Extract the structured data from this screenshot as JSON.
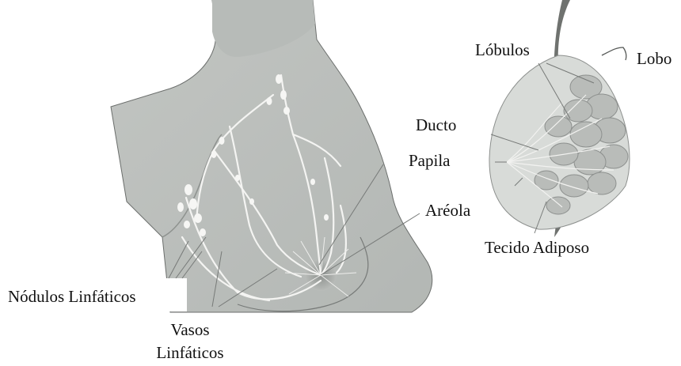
{
  "labels": {
    "lobulos": "Lóbulos",
    "lobo": "Lobo",
    "ducto": "Ducto",
    "papila": "Papila",
    "areola": "Aréola",
    "tecido_adiposo": "Tecido Adiposo",
    "nodulos_linfaticos": "Nódulos Linfáticos",
    "vasos_line1": "Vasos",
    "vasos_line2": "Linfáticos"
  },
  "colors": {
    "skin": "#c9ccc9",
    "skin_dark": "#a9adaa",
    "lymph": "#f4f4f2",
    "outline": "#5a5d5b",
    "gland": "#b7bbb8",
    "fat": "#d8dbd8",
    "wall": "#6f726f"
  }
}
